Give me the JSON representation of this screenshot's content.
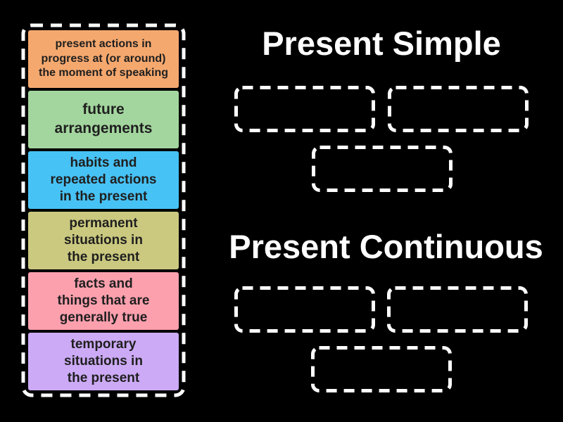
{
  "activity": {
    "type_label": "group-sort",
    "colors": {
      "background": "#000000",
      "outline": "#ffffff",
      "card_text": "#1f1f1f"
    },
    "tray": {
      "items": [
        {
          "label": "present actions in\nprogress at (or around)\nthe moment of speaking",
          "color": "#F5A86E"
        },
        {
          "label": "future\narrangements",
          "color": "#A3D69E"
        },
        {
          "label": "habits and\nrepeated actions\nin the present",
          "color": "#47C2F5"
        },
        {
          "label": "permanent\nsituations in\nthe present",
          "color": "#CBC97F"
        },
        {
          "label": "facts and\nthings that are\ngenerally true",
          "color": "#FCA0AE"
        },
        {
          "label": "temporary\nsituations in\nthe present",
          "color": "#CCAAF6"
        }
      ]
    },
    "categories": [
      {
        "title": "Present Simple",
        "empty_slots": 3
      },
      {
        "title": "Present Continuous",
        "empty_slots": 3
      }
    ]
  }
}
